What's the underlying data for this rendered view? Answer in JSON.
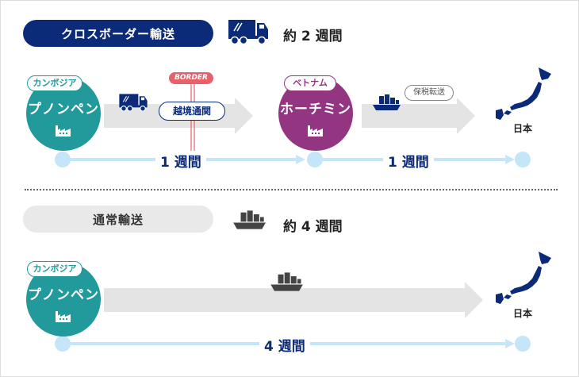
{
  "cross_border": {
    "label": "クロスボーダー輸送",
    "duration": "約 2 週間",
    "origin": {
      "country": "カンボジア",
      "city": "プノンペン"
    },
    "border_tag": "BORDER",
    "border_crossing": "越境通関",
    "transit": {
      "country": "ベトナム",
      "city": "ホーチミン"
    },
    "customs": "保税転送",
    "destination": "日本",
    "leg1_duration": "1 週間",
    "leg2_duration": "1 週間"
  },
  "regular": {
    "label": "通常輸送",
    "duration": "約 4 週間",
    "origin": {
      "country": "カンボジア",
      "city": "プノンペン"
    },
    "destination": "日本",
    "total_duration": "4 週間"
  },
  "colors": {
    "navy": "#0b2b79",
    "teal": "#22999a",
    "purple": "#943582",
    "border_red": "#e8606a",
    "timeline_blue": "#c4e6f8",
    "route_gray": "#e6e6e6"
  },
  "icons": [
    "truck-icon",
    "ship-icon",
    "factory-icon",
    "japan-map-icon"
  ]
}
